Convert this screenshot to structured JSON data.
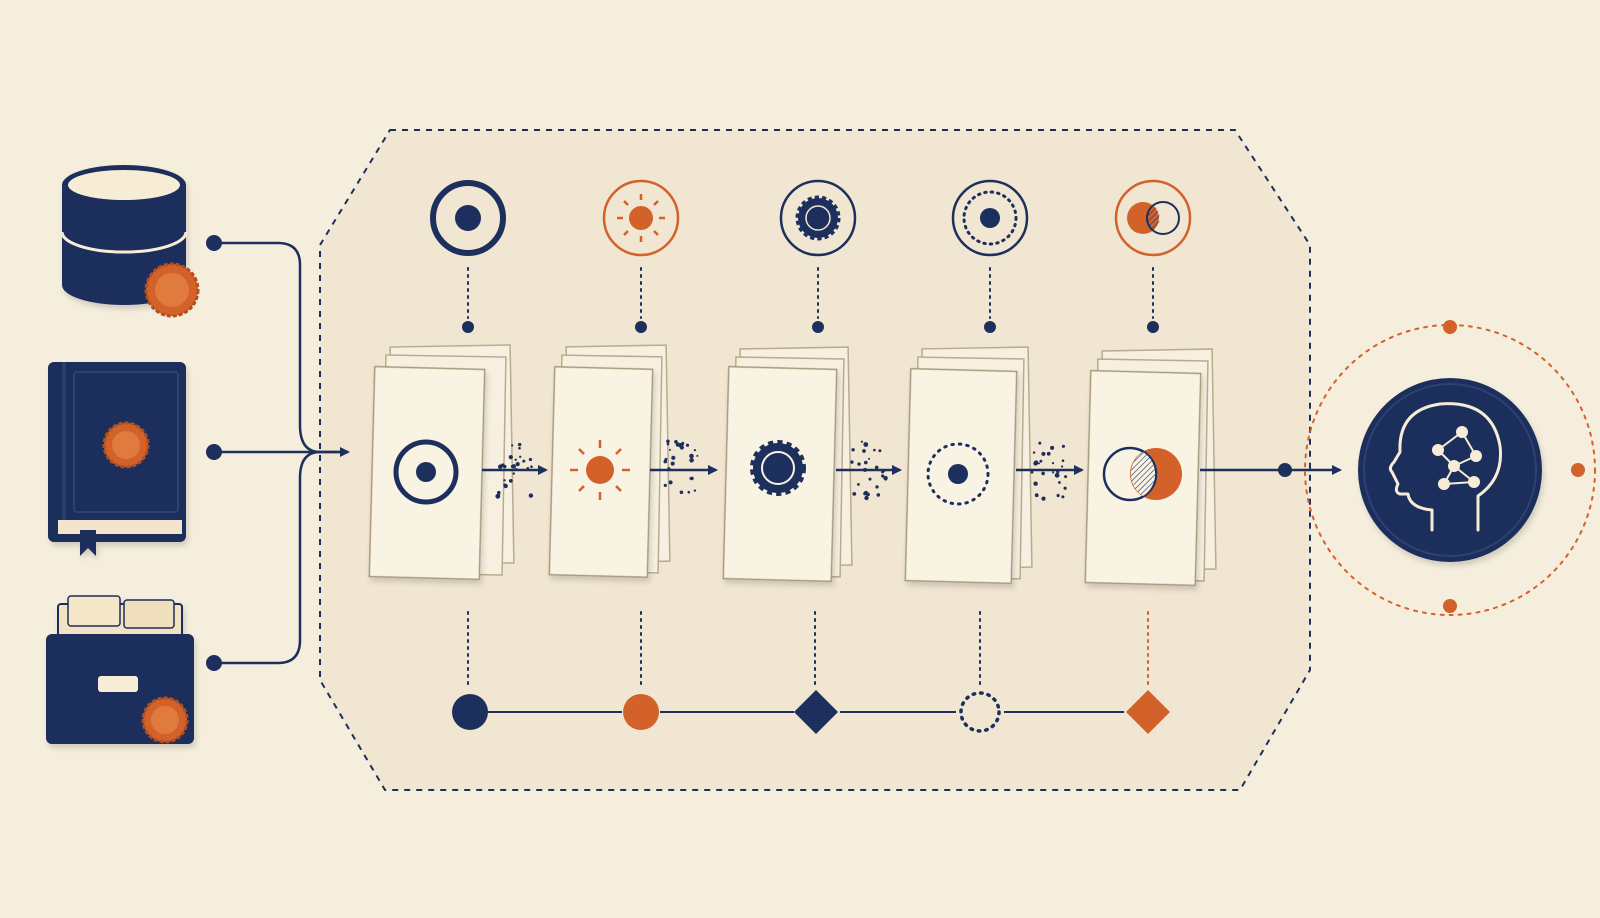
{
  "colors": {
    "background": "#f6eedd",
    "navy": "#1d2f5c",
    "orange": "#d2622a",
    "card": "#f7f0e0",
    "panel": "#f1e6d2",
    "panel_border": "#1d2f5c"
  },
  "sources": [
    {
      "name": "database",
      "icon": "database-icon",
      "badge": "seal-icon"
    },
    {
      "name": "book",
      "icon": "book-icon",
      "badge": "seal-icon"
    },
    {
      "name": "file-box",
      "icon": "file-box-icon",
      "badge": "seal-icon"
    }
  ],
  "stages": [
    {
      "icon": "ring-dot-icon",
      "color": "navy",
      "marker": "circle"
    },
    {
      "icon": "sun-icon",
      "color": "orange",
      "marker": "circle"
    },
    {
      "icon": "badge-gear-icon",
      "color": "navy",
      "marker": "diamond"
    },
    {
      "icon": "dotted-ring-icon",
      "color": "navy",
      "marker": "dotted-circle"
    },
    {
      "icon": "overlap-circles-icon",
      "color": "orange",
      "marker": "diamond"
    }
  ],
  "output": {
    "icon": "head-network-icon"
  }
}
